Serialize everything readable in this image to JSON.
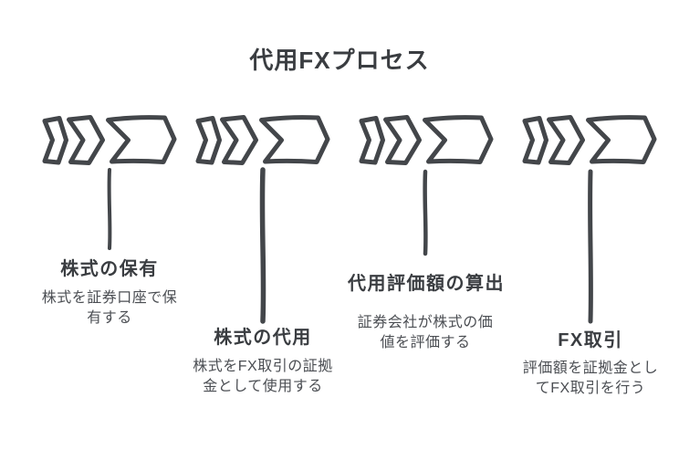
{
  "title": "代用FXプロセス",
  "colors": {
    "background": "#ffffff",
    "ink": "#43464a",
    "label_text": "#3a3d41",
    "description_text": "#4b4e53"
  },
  "icons": {
    "step_marker": "triple-chevron-right-icon",
    "connector": "leader-line"
  },
  "steps": [
    {
      "label": "株式の保有",
      "description": "株式を証券口座で保\n有する"
    },
    {
      "label": "株式の代用",
      "description": "株式をFX取引の証拠\n金として使用する"
    },
    {
      "label": "代用評価額の算出",
      "description": "証券会社が株式の価\n値を評価する"
    },
    {
      "label": "FX取引",
      "description": "評価額を証拠金とし\nてFX取引を行う"
    }
  ]
}
